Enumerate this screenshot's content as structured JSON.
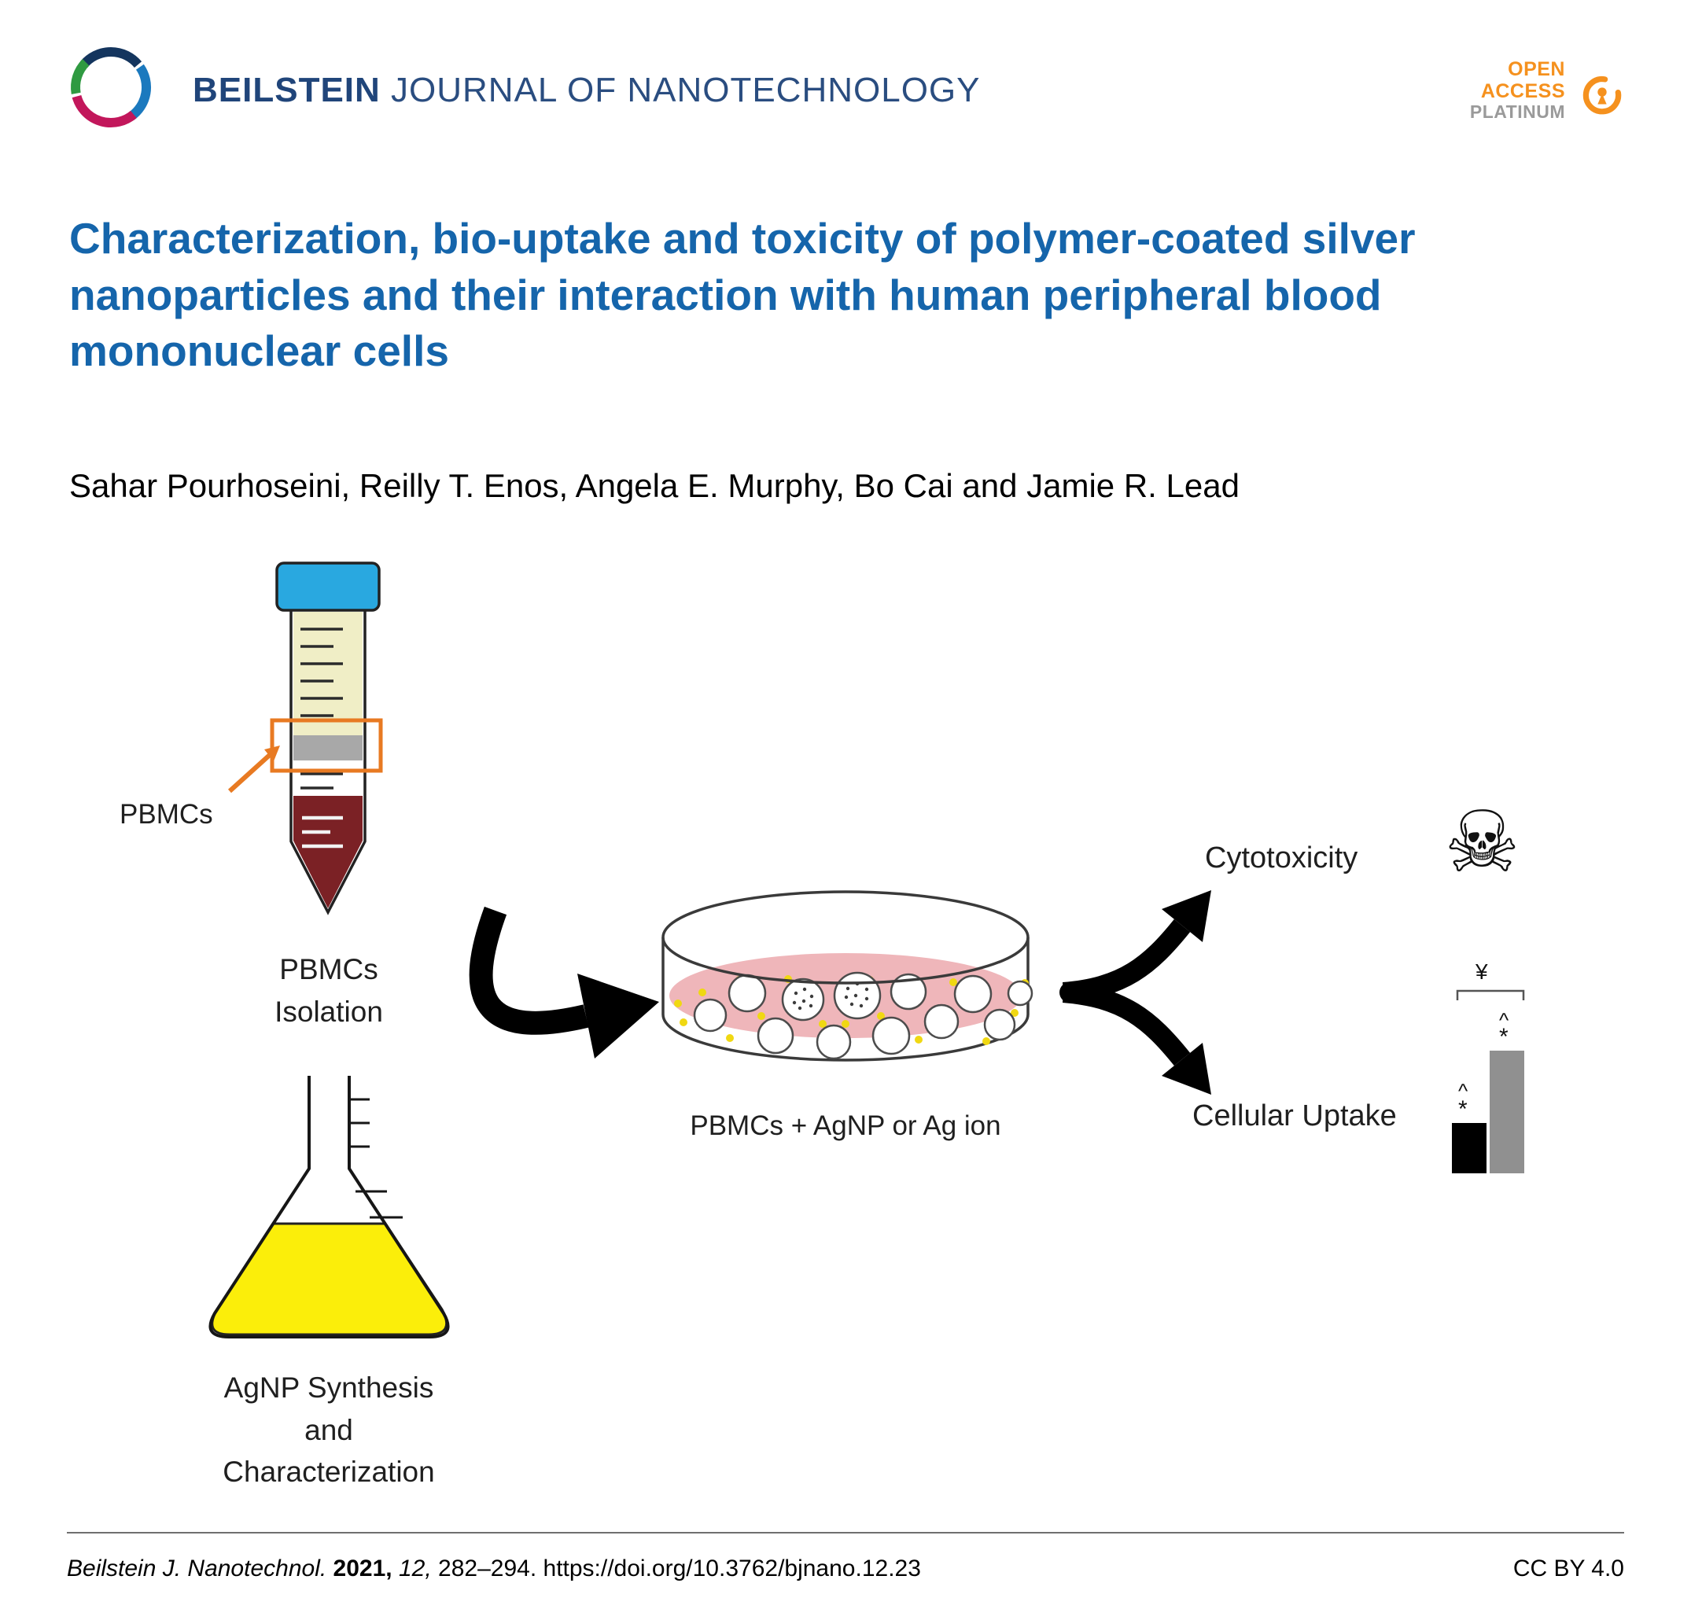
{
  "header": {
    "journal_bold": "BEILSTEIN",
    "journal_rest": "JOURNAL OF NANOTECHNOLOGY",
    "badge_open": "OPEN",
    "badge_access": "ACCESS",
    "badge_platinum": "PLATINUM"
  },
  "article": {
    "title": "Characterization, bio-uptake and toxicity of polymer-coated silver nanoparticles and their interaction with human peripheral blood mononuclear cells",
    "authors": "Sahar Pourhoseini, Reilly T. Enos, Angela E. Murphy, Bo Cai and Jamie R. Lead"
  },
  "figure": {
    "pbmcs_pointer": "PBMCs",
    "pbmcs_isolation": "PBMCs\nIsolation",
    "agnp_synthesis": "AgNP Synthesis\nand\nCharacterization",
    "petri_label": "PBMCs + AgNP or Ag ion",
    "cytotoxicity": "Cytotoxicity",
    "cellular_uptake": "Cellular Uptake",
    "skull_icon": "☠",
    "uptake_chart": {
      "marker_yen": "¥",
      "marker_caret": "^",
      "marker_star": "*"
    },
    "colors": {
      "tube_cap": "#29a8e0",
      "plasma": "#f0eec6",
      "pbmc_band": "#a8a8a8",
      "blood": "#7b2125",
      "highlight_orange": "#e87a22",
      "flask_liquid": "#fbee0a",
      "petri_medium": "#efb6ba",
      "agnp_dot": "#f0d812",
      "badge_orange": "#f5911e",
      "title_blue": "#1565ab",
      "journal_navy": "#20457a"
    }
  },
  "footer": {
    "journal_abbrev": "Beilstein J. Nanotechnol.",
    "year": "2021,",
    "volume": "12,",
    "pages": "282–294.",
    "doi": "https://doi.org/10.3762/bjnano.12.23",
    "license": "CC BY 4.0"
  }
}
